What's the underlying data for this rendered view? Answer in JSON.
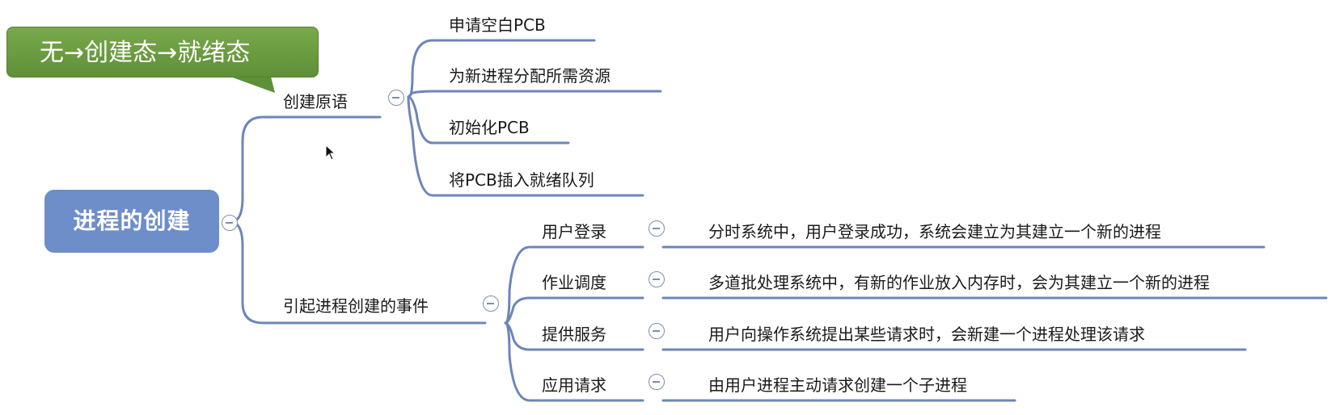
{
  "root": {
    "label": "进程的创建"
  },
  "callout": {
    "text": "无→创建态→就绪态"
  },
  "branches": [
    {
      "label": "创建原语",
      "children": [
        {
          "label": "申请空白PCB"
        },
        {
          "label": "为新进程分配所需资源"
        },
        {
          "label": "初始化PCB"
        },
        {
          "label": "将PCB插入就绪队列"
        }
      ]
    },
    {
      "label": "引起进程创建的事件",
      "children": [
        {
          "label": "用户登录",
          "detail": "分时系统中，用户登录成功，系统会建立为其建立一个新的进程"
        },
        {
          "label": "作业调度",
          "detail": "多道批处理系统中，有新的作业放入内存时，会为其建立一个新的进程"
        },
        {
          "label": "提供服务",
          "detail": "用户向操作系统提出某些请求时，会新建一个进程处理该请求"
        },
        {
          "label": "应用请求",
          "detail": "由用户进程主动请求创建一个子进程"
        }
      ]
    }
  ],
  "colors": {
    "root_fill": "#6d8ec8",
    "line": "#6d86b8",
    "callout_fill": "#6a9a42"
  },
  "icons": {
    "collapse": "minus-circle-icon",
    "cursor": "mouse-pointer-icon"
  }
}
